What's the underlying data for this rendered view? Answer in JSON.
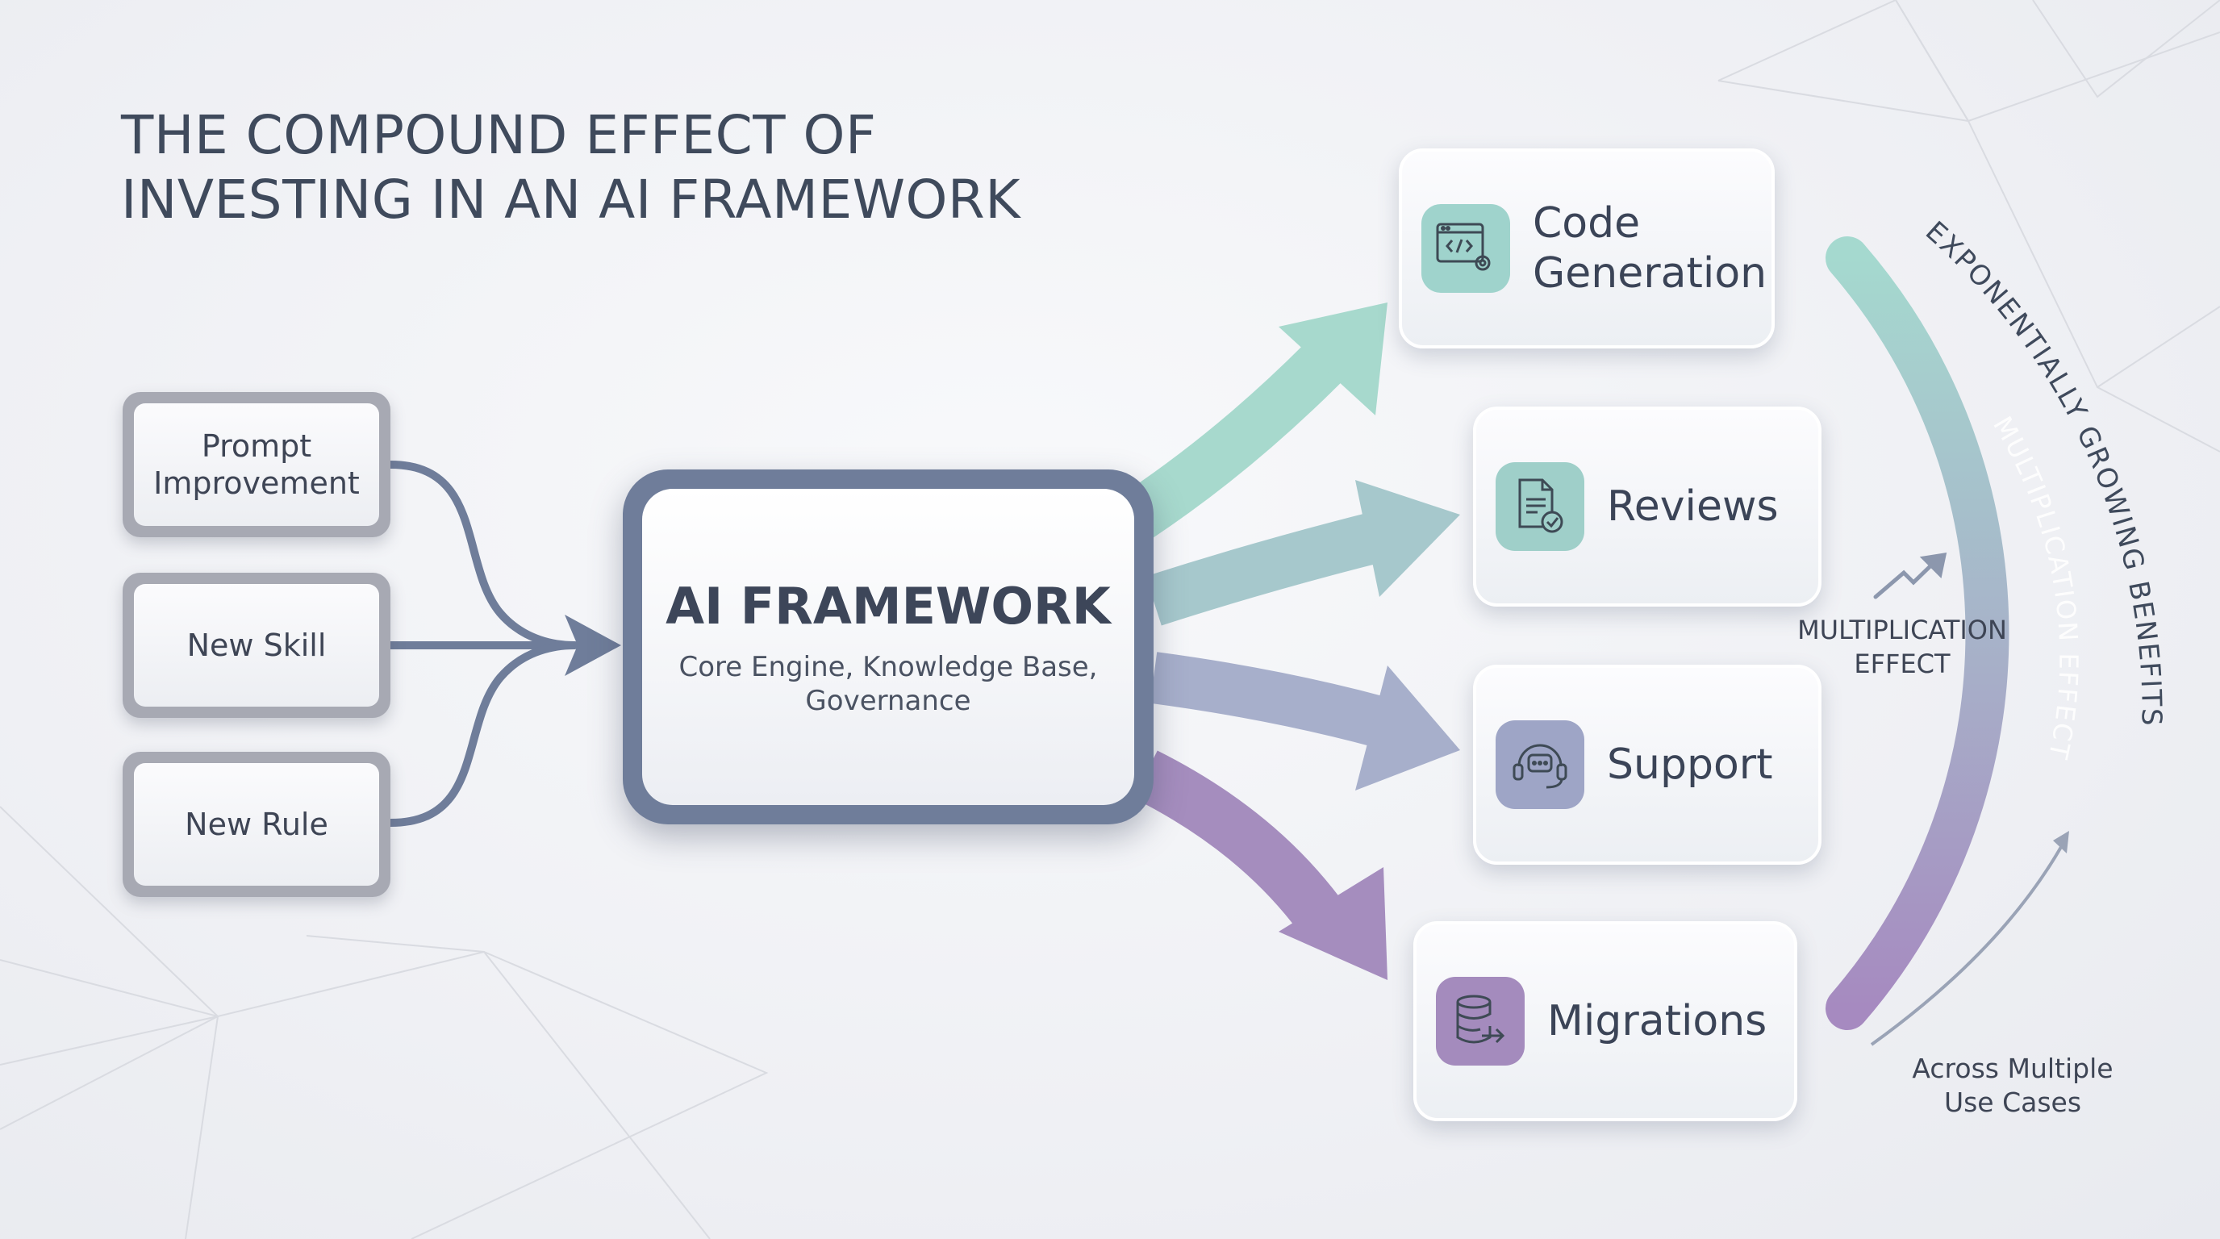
{
  "title": {
    "line1": "THE COMPOUND EFFECT OF",
    "line2": "INVESTING IN AN AI FRAMEWORK"
  },
  "inputs": [
    {
      "line1": "Prompt",
      "line2": "Improvement"
    },
    {
      "line1": "New Skill"
    },
    {
      "line1": "New Rule"
    }
  ],
  "core": {
    "title": "AI FRAMEWORK",
    "subtitle_line1": "Core Engine, Knowledge Base,",
    "subtitle_line2": "Governance"
  },
  "outputs": [
    {
      "line1": "Code",
      "line2": "Generation",
      "icon": "code-window-gear-icon",
      "color": "#9fd3cc"
    },
    {
      "line1": "Reviews",
      "icon": "document-check-icon",
      "color": "#9fcfc9"
    },
    {
      "line1": "Support",
      "icon": "headset-chat-icon",
      "color": "#9ea5c6"
    },
    {
      "line1": "Migrations",
      "icon": "database-export-icon",
      "color": "#a48bbd"
    }
  ],
  "arc": {
    "outer_text": "EXPONENTIALLY GROWING BENEFITS",
    "inner_text": "MULTIPLICATION EFFECT"
  },
  "notes": {
    "multiplication_line1": "MULTIPLICATION",
    "multiplication_line2": "EFFECT",
    "across_line1": "Across Multiple",
    "across_line2": "Use Cases"
  },
  "colors": {
    "teal": "#9fd6cd",
    "slate": "#6f7d9a",
    "lavender": "#a88bbf",
    "text": "#3f4a5c"
  }
}
